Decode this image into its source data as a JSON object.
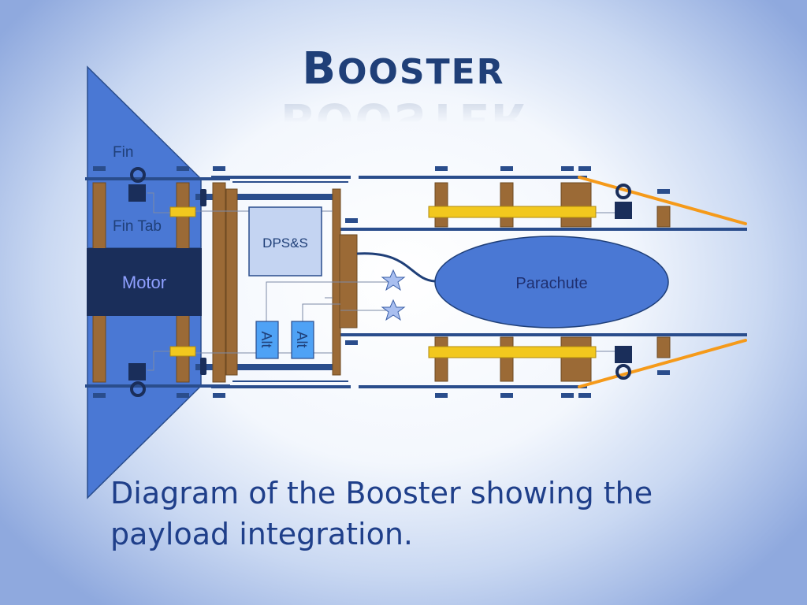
{
  "slide": {
    "title_first": "B",
    "title_rest": "OOSTER",
    "caption": "Diagram of the Booster showing the payload integration."
  },
  "diagram": {
    "labels": {
      "fin": "Fin",
      "fin_tab": "Fin Tab",
      "motor": "Motor",
      "dpss": "DPS&S",
      "alt_1": "Alt",
      "alt_2": "Alt",
      "parachute": "Parachute"
    }
  },
  "colors": {
    "title": "#1f3f78",
    "fin": "#4a78d4",
    "motor": "#1a2e5a",
    "rail": "#2a4d8c",
    "wood": "#9b6a36",
    "yellow": "#f2c81e",
    "orange": "#f59a1a",
    "parachute": "#4a78d4"
  }
}
